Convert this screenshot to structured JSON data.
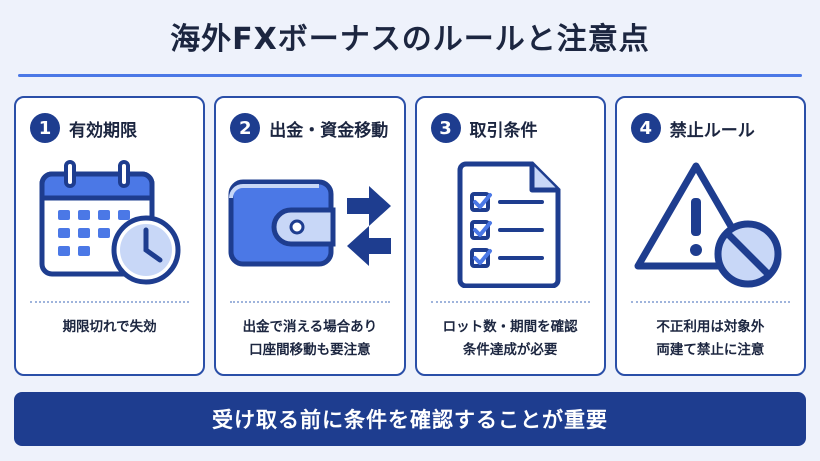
{
  "title": "海外FXボーナスのルールと注意点",
  "cards": [
    {
      "number": "1",
      "title": "有効期限",
      "icon": "calendar-clock-icon",
      "lines": [
        "期限切れで失効"
      ]
    },
    {
      "number": "2",
      "title": "出金・資金移動",
      "icon": "wallet-transfer-icon",
      "lines": [
        "出金で消える場合あり",
        "口座間移動も要注意"
      ]
    },
    {
      "number": "3",
      "title": "取引条件",
      "icon": "checklist-document-icon",
      "lines": [
        "ロット数・期間を確認",
        "条件達成が必要"
      ]
    },
    {
      "number": "4",
      "title": "禁止ルール",
      "icon": "warning-prohibited-icon",
      "lines": [
        "不正利用は対象外",
        "両建て禁止に注意"
      ]
    }
  ],
  "banner": "受け取る前に条件を確認することが重要",
  "colors": {
    "accent": "#4b78e6",
    "navy": "#1e3d8f",
    "light_blue": "#c8d7f7",
    "background": "#eef2fb"
  }
}
